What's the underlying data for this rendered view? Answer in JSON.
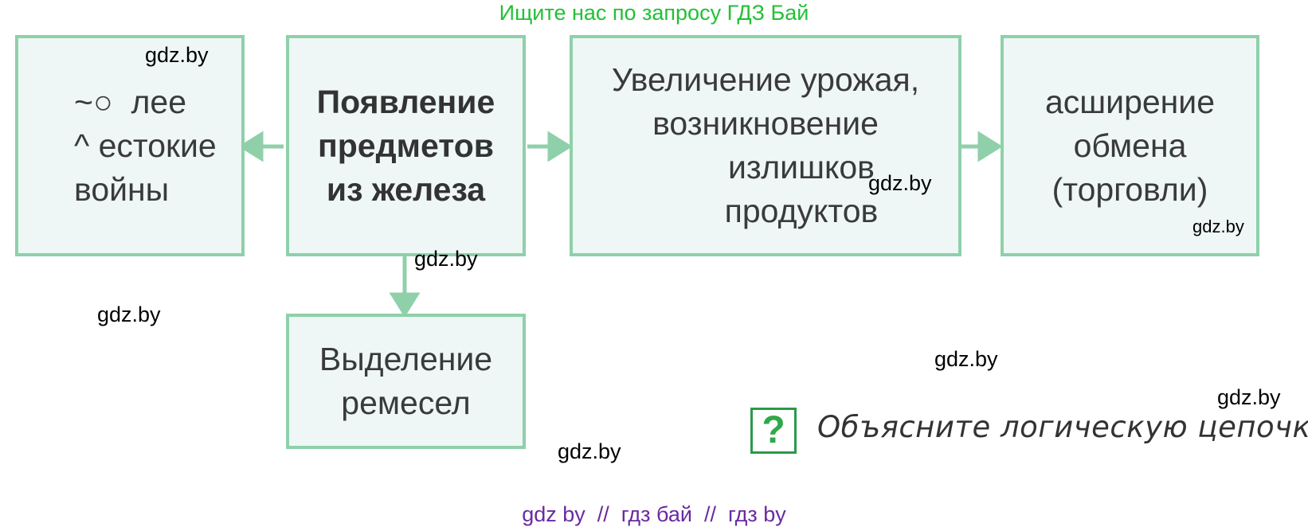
{
  "top_banner": "Ищите нас по запросу ГДЗ Бай",
  "boxes": {
    "wars": [
      "~○  лее",
      "^ естокие",
      "войны"
    ],
    "iron": [
      "Появление",
      "предметов",
      "из железа"
    ],
    "harvest": [
      "Увеличение урожая,",
      "возникновение",
      "излишков",
      "продуктов"
    ],
    "exchange": [
      "асширение",
      "обмена",
      "(торговли)"
    ],
    "crafts": [
      "Выделение",
      "ремесел"
    ]
  },
  "watermark": "gdz.by",
  "question": {
    "icon_glyph": "?",
    "text": "Объясните логическую цепочку."
  },
  "bottom_banner": "gdz by  //  гдз бай  //  гдз by",
  "colors": {
    "box_border": "#8fd0aa",
    "box_fill": "#eef7f6",
    "arrow": "#8fd0aa",
    "top_banner": "#22c036",
    "bottom_banner": "#6a2aa0"
  }
}
